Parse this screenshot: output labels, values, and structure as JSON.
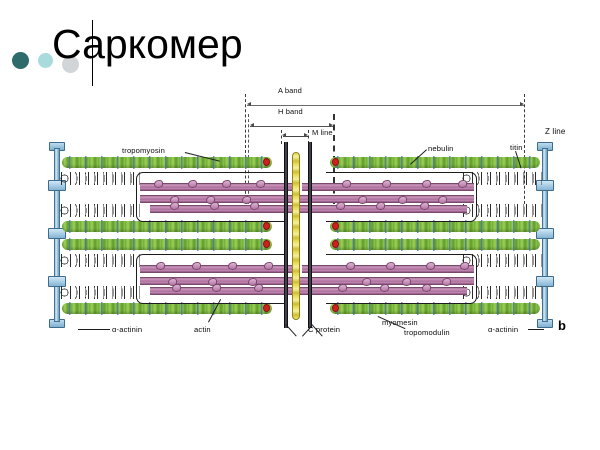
{
  "slide": {
    "title": "Саркомер",
    "background": "#ffffff",
    "bullet_colors": [
      "#2e6b6b",
      "#a9dbdd",
      "#d2d5d8"
    ]
  },
  "figure": {
    "letter": "b",
    "measurements": [
      {
        "id": "a-band",
        "label": "A band"
      },
      {
        "id": "h-band",
        "label": "H band"
      },
      {
        "id": "m-line",
        "label": "M line"
      }
    ],
    "labels": [
      {
        "id": "tropomyosin",
        "text": "tropomyosin"
      },
      {
        "id": "nebulin",
        "text": "nebulin"
      },
      {
        "id": "titin",
        "text": "titin"
      },
      {
        "id": "z-line",
        "text": "Z line"
      },
      {
        "id": "alpha-actinin-left",
        "text": "α-actinin"
      },
      {
        "id": "actin",
        "text": "actin"
      },
      {
        "id": "c-protein",
        "text": "C protein"
      },
      {
        "id": "myomesin",
        "text": "myomesin"
      },
      {
        "id": "tropomodulin",
        "text": "tropomodulin"
      },
      {
        "id": "alpha-actinin-right",
        "text": "α-actinin"
      }
    ],
    "colors": {
      "actin": "#7cb840",
      "tropomyosin": "#466eaf",
      "myosin": "#b87aa8",
      "z_line": "#8fb9d6",
      "c_protein": "#e8dc5a",
      "tropomodulin": "#cf2020",
      "m_line": "#20202a"
    }
  }
}
